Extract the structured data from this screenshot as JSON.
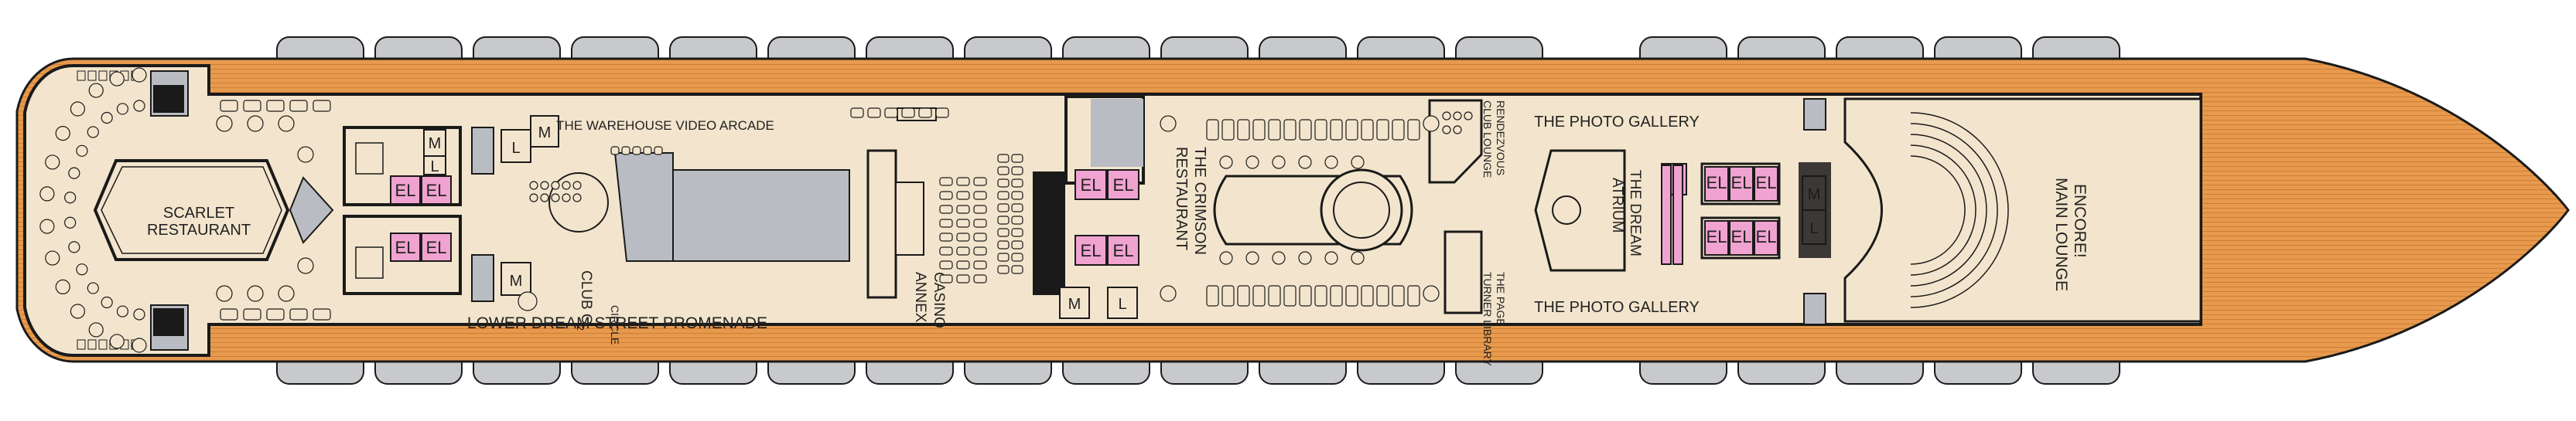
{
  "deck": {
    "colors": {
      "wood": "#e79a4d",
      "wood_dark": "#c8752e",
      "floor": "#f3e5cd",
      "wall": "#1a1a1a",
      "elevator": "#f0a3d0",
      "stair_gray": "#b9bcc2",
      "lifeboat": "#c8c9cd"
    },
    "venues": {
      "scarlet_line1": "SCARLET",
      "scarlet_line2": "RESTAURANT",
      "video_arcade": "THE WAREHOUSE VIDEO ARCADE",
      "club_o2": "CLUB O",
      "club_o2_sub": "2",
      "circle": "CIRCLE",
      "promenade": "LOWER DREAM STREET PROMENADE",
      "casino_line1": "CASINO",
      "casino_line2": "ANNEX",
      "crimson_line1": "THE CRIMSON",
      "crimson_line2": "RESTAURANT",
      "rendezvous_line1": "RENDEZVOUS",
      "rendezvous_line2": "CLUB LOUNGE",
      "library_line1": "THE PAGE",
      "library_line2": "TURNER LIBRARY",
      "photo_top": "THE PHOTO GALLERY",
      "photo_bottom": "THE PHOTO GALLERY",
      "atrium_line1": "THE DREAM",
      "atrium_line2": "ATRIUM",
      "encore_line1": "ENCORE!",
      "encore_line2": "MAIN LOUNGE"
    },
    "markers": {
      "elevator": "EL",
      "mens": "M",
      "ladies": "L"
    }
  }
}
